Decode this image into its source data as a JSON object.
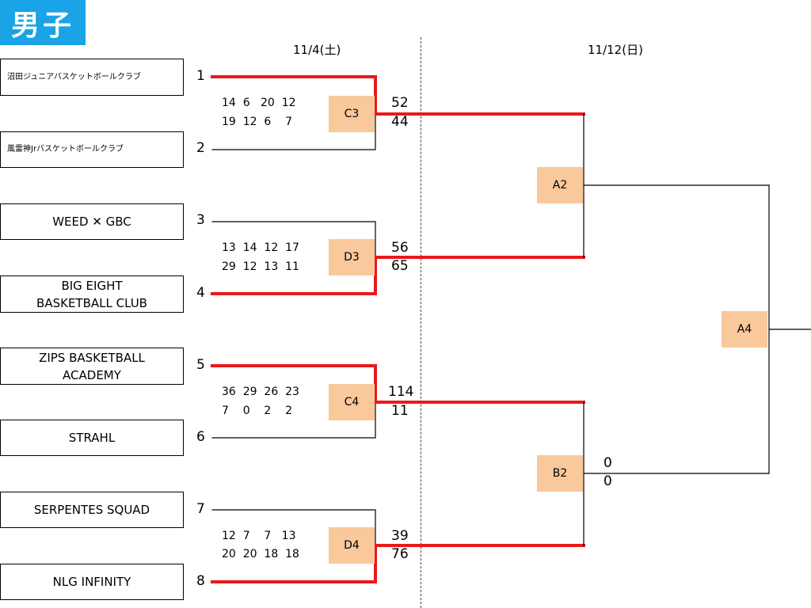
{
  "title": "男子",
  "dates": {
    "round1": "11/4(土)",
    "round2": "11/12(日)"
  },
  "teams": [
    {
      "seed": "1",
      "name": "沼田ジュニアバスケットボールクラブ"
    },
    {
      "seed": "2",
      "name": "風雷神Jrバスケットボールクラブ"
    },
    {
      "seed": "3",
      "name": "WEED ✕ GBC"
    },
    {
      "seed": "4",
      "name": "BIG EIGHT\nBASKETBALL CLUB"
    },
    {
      "seed": "5",
      "name": "ZIPS BASKETBALL\nACADEMY"
    },
    {
      "seed": "6",
      "name": "STRAHL"
    },
    {
      "seed": "7",
      "name": "SERPENTES SQUAD"
    },
    {
      "seed": "8",
      "name": "NLG INFINITY"
    }
  ],
  "games": [
    {
      "id": "C3",
      "quarters_top": "14  6   20  12",
      "quarters_bottom": "19  12  6    7",
      "total_top": "52",
      "total_bottom": "44",
      "winner": "top"
    },
    {
      "id": "D3",
      "quarters_top": "13  14  12  17",
      "quarters_bottom": "29  12  13  11",
      "total_top": "56",
      "total_bottom": "65",
      "winner": "bottom"
    },
    {
      "id": "C4",
      "quarters_top": "36  29  26  23",
      "quarters_bottom": "7    0    2    2",
      "total_top": "114",
      "total_bottom": "11",
      "winner": "top"
    },
    {
      "id": "D4",
      "quarters_top": "12  7    7   13",
      "quarters_bottom": "20  20  18  18",
      "total_top": "39",
      "total_bottom": "76",
      "winner": "bottom"
    },
    {
      "id": "A2"
    },
    {
      "id": "B2",
      "total_top": "0",
      "total_bottom": "0"
    },
    {
      "id": "A4"
    }
  ],
  "colors": {
    "title_bg": "#1aa3e6",
    "winner_line": "#e8191b",
    "game_box": "#f9c89b"
  }
}
